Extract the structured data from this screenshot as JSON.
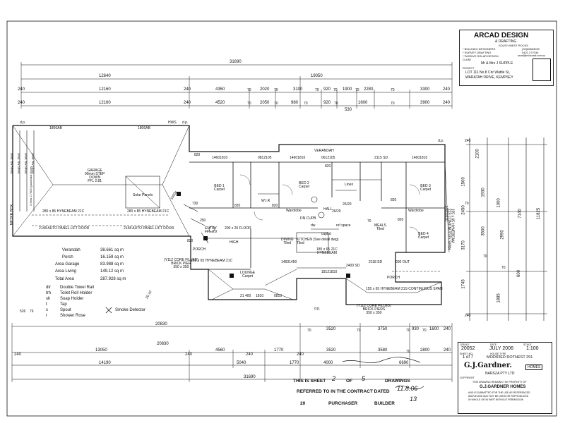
{
  "title_block": {
    "company": "ARCAD DESIGN",
    "sub1": "& DRAFTING",
    "sub2": "SOUTH WEST ROCKS",
    "services": [
      "* BUILDING DESIGNERS",
      "* SURVEY DRAFTING",
      "* PASSIVE SOLAR DESIGN"
    ],
    "phones": [
      "(02)65663030",
      "0422 277030"
    ],
    "email": "arcad@midcoast.com.au",
    "client_label": "CLIENT",
    "client": "Mr & Mrs J SUPPLE",
    "project_label": "PROJECT",
    "project_line1": "LOT 111 No.8 Cnr Wattle St,",
    "project_line2": "WARATAH DRIVE, KEMPSEY"
  },
  "overall_dims": {
    "top_total": "31690",
    "top_left": "12640",
    "top_right": "19050",
    "row3": [
      "240",
      "12160",
      "240",
      "4350",
      "70",
      "2020",
      "70",
      "3100",
      "70",
      "920",
      "70",
      "1900",
      "70",
      "2280",
      "70",
      "3300",
      "240"
    ],
    "row4": [
      "240",
      "12160",
      "240",
      "4520",
      "70",
      "2050",
      "70",
      "980",
      "70",
      "920",
      "70",
      "1600",
      "70",
      "3900",
      "240"
    ],
    "row4_mid": "530",
    "right_stack": [
      "2100",
      "1500",
      "1930",
      "1000",
      "2450",
      "3170",
      "2990",
      "3500",
      "7140",
      "11825",
      "600",
      "1745",
      "1885"
    ],
    "right_sub": [
      "240",
      "70",
      "240",
      "70",
      "70"
    ],
    "bottom_total1": "20830",
    "bottom_row1": [
      "70",
      "3520",
      "70",
      "3750",
      "70",
      "930",
      "70",
      "1600",
      "240"
    ],
    "bottom_total2": "20830",
    "bottom_row2": [
      "240",
      "13050",
      "240",
      "4560",
      "240",
      "1770",
      "240",
      "3520",
      "3580",
      "70",
      "2800",
      "240"
    ],
    "bottom_row3_total": "14190",
    "bottom_row3": [
      "5040",
      "1770",
      "4000",
      "6690"
    ],
    "bottom_grand": "31690"
  },
  "rooms": [
    {
      "id": "garage",
      "label": "GARAGE\n90mm STEP\nDOWN\nFFL 2.81"
    },
    {
      "id": "solar",
      "label": "Solar Panels"
    },
    {
      "id": "verandah",
      "label": "VERANDAH"
    },
    {
      "id": "bed1",
      "label": "BED 1\nCarpet"
    },
    {
      "id": "bed2",
      "label": "BED 2\nCarpet"
    },
    {
      "id": "bed3",
      "label": "BED 3\nCarpet"
    },
    {
      "id": "bed4",
      "label": "BED 4\nCarpet"
    },
    {
      "id": "wir",
      "label": "W.I.R"
    },
    {
      "id": "wardrobe1",
      "label": "Wardrobe"
    },
    {
      "id": "wardrobe2",
      "label": "Wardrobe"
    },
    {
      "id": "hall",
      "label": "HALL"
    },
    {
      "id": "linen",
      "label": "Linen"
    },
    {
      "id": "meals",
      "label": "MEALS\nTiled"
    },
    {
      "id": "kitchen",
      "label": "KITCHEN (See detail dwg)\nTiled"
    },
    {
      "id": "dining",
      "label": "DINING\nTiled"
    },
    {
      "id": "lounge",
      "label": "LOUNGE\nCarpet"
    },
    {
      "id": "entry",
      "label": "ENTRY\nFFL 2.9"
    },
    {
      "id": "porch1",
      "label": "PORCH"
    },
    {
      "id": "porch2",
      "label": "PORCH"
    },
    {
      "id": "high",
      "label": "HIGH"
    }
  ],
  "beams": [
    "280 x 85 HYNEBEAM 21C",
    "280 x 85 HYNEBEAM 21C",
    "2148 AUTO PANEL LIFT DOOR",
    "2148 AUTO PANEL LIFT DOOR",
    "185 x 65 21C\nHYNEBEAM",
    "155 x 65 HYNEBEAM 21S CONTINUOUS SPAN",
    "155 x 65 HYNEBEAM\n21S CONTINUOUS SPAN",
    "200 x 20 FLOOR",
    "155 x 65 HYNEBEAM 21C",
    "(Y112 CORE FILLED)\nBRICK PIER\n350 x 350",
    "(Y112 CORE FILLED)\nBRICK PIERS\n350 x 350"
  ],
  "window_codes": [
    "14601810",
    "0812105",
    "14601810",
    "0612105",
    "2115 SD",
    "14601810",
    "14601810",
    "2118 SD",
    "600 OUT",
    "14601450",
    "18121810",
    "21 400",
    "1810",
    "0810",
    "2400 SD"
  ],
  "misc_labels": [
    "d.p.",
    "d.p.",
    "d.p.",
    "d.p.",
    "1806AB",
    "1806AB",
    "HWS",
    "820",
    "820",
    "820",
    "820",
    "820",
    "820",
    "820",
    "26/20",
    "26/20",
    "METER BOX",
    "Single Adj. Shelf",
    "Single Adj. Shelf",
    "Single Adj. Shelf",
    "Single Adj. Shelf",
    "3 Sets 2.7/6/3 Quadrodal Doors",
    "ref space",
    "cupbd",
    "dw",
    "DN CUPB",
    "70",
    "1000x",
    "730",
    "250",
    "20.10",
    "526",
    "76"
  ],
  "areas": [
    {
      "label": "Verandah",
      "value": "38.661 sq m"
    },
    {
      "label": "Porch",
      "value": "16.159 sq m"
    },
    {
      "label": "Area Garage",
      "value": "83.988 sq m"
    },
    {
      "label": "Area Living",
      "value": "149.12 sq m"
    },
    {
      "label": "Total Area",
      "value": "287.928 sq m"
    }
  ],
  "legend": [
    {
      "code": "dtr",
      "desc": "Double Towel Rail"
    },
    {
      "code": "trh",
      "desc": "Toilet Roll Holder"
    },
    {
      "code": "sh",
      "desc": "Soap Holder"
    },
    {
      "code": "t",
      "desc": "Tap"
    },
    {
      "code": "s",
      "desc": "Spout"
    },
    {
      "code": "r",
      "desc": "Shower Rose"
    }
  ],
  "smoke_label": "Smoke Detector",
  "info_block": {
    "job_no_label": "JOB NO.",
    "date_label": "DATE",
    "scale_label": "SCALE",
    "job_no": "20052",
    "date": "JULY 2006",
    "scale": "1:100",
    "sheet_label": "SHEET NO.",
    "house_type_label": "HOUSE TYPE",
    "sheet": "1 of 7",
    "house_type": "MODIFIED ROTNEST 291",
    "builder": "G.J.Gardner.",
    "builder_sub": "HOMES",
    "builder_co": "NARSZA PTY LTD",
    "copyright_label": "COPYRIGHT",
    "copyright_lines": [
      "THIS DRAWING REMAINS THE PROPERTY OF",
      "G.J.GARDNER HOMES",
      "AND IS SUBMITTED FOR THE USE AS REFERENCED",
      "ABOVE AND MAY NOT BE USED OR REPRODUCED",
      "IN WHOLE OR IN PART WITHOUT PERMISSION"
    ]
  },
  "stamp": {
    "line1_a": "THIS IS SHEET",
    "line1_b": "OF",
    "line1_c": "DRAWINGS",
    "line2": "REFERRED TO IN THE CONTRACT DATED",
    "line3_a": "20",
    "line3_b": "PURCHASER",
    "line3_c": "BUILDER",
    "hand_sheet": "2",
    "hand_of": "5",
    "hand_date": "11.8.06",
    "hand_sig": "13"
  }
}
